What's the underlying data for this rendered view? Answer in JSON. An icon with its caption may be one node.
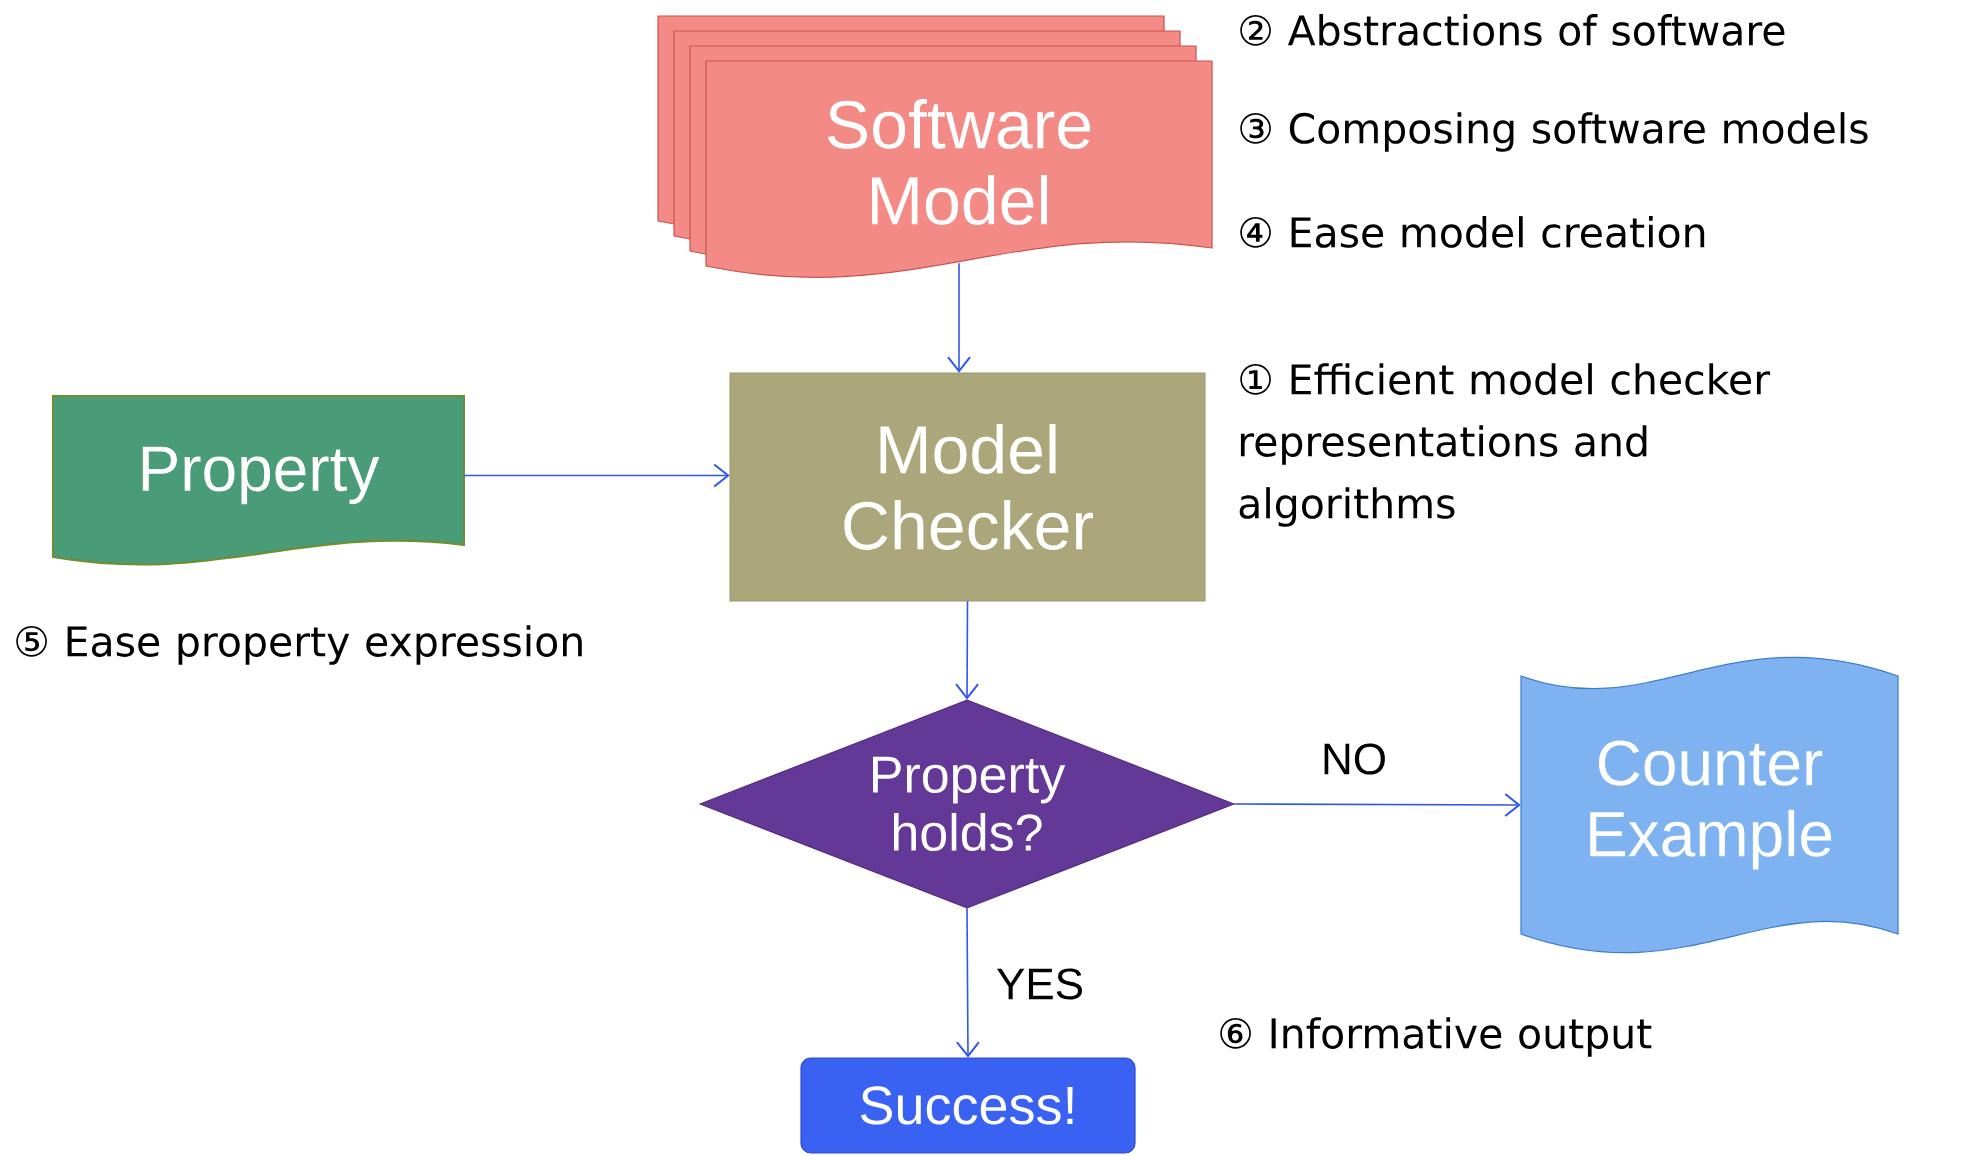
{
  "diagram": {
    "nodes": [
      {
        "text": [
          "Software Model"
        ]
      },
      {
        "text": [
          "Property"
        ]
      },
      {
        "text": [
          "Model Checker"
        ]
      },
      {
        "text": [
          "Property holds?"
        ]
      },
      {
        "text": [
          "Counter Example"
        ]
      },
      {
        "text": [
          "Success!"
        ]
      }
    ],
    "edges": [
      {
        "from": 0,
        "to": 2,
        "arrow": "to"
      },
      {
        "from": 1,
        "to": 2,
        "arrow": "to"
      },
      {
        "from": 2,
        "to": 3,
        "arrow": "to"
      },
      {
        "from": 3,
        "to": 4,
        "arrow": "to",
        "label": "NO"
      },
      {
        "from": 3,
        "to": 5,
        "arrow": "to",
        "label": "YES"
      }
    ],
    "labels": [
      "② Abstractions of software",
      "③ Composing software models",
      "④ Ease model creation",
      "① Efficient model checker representations and algorithms",
      "⑤ Ease property expression",
      "⑥ Informative output"
    ]
  }
}
